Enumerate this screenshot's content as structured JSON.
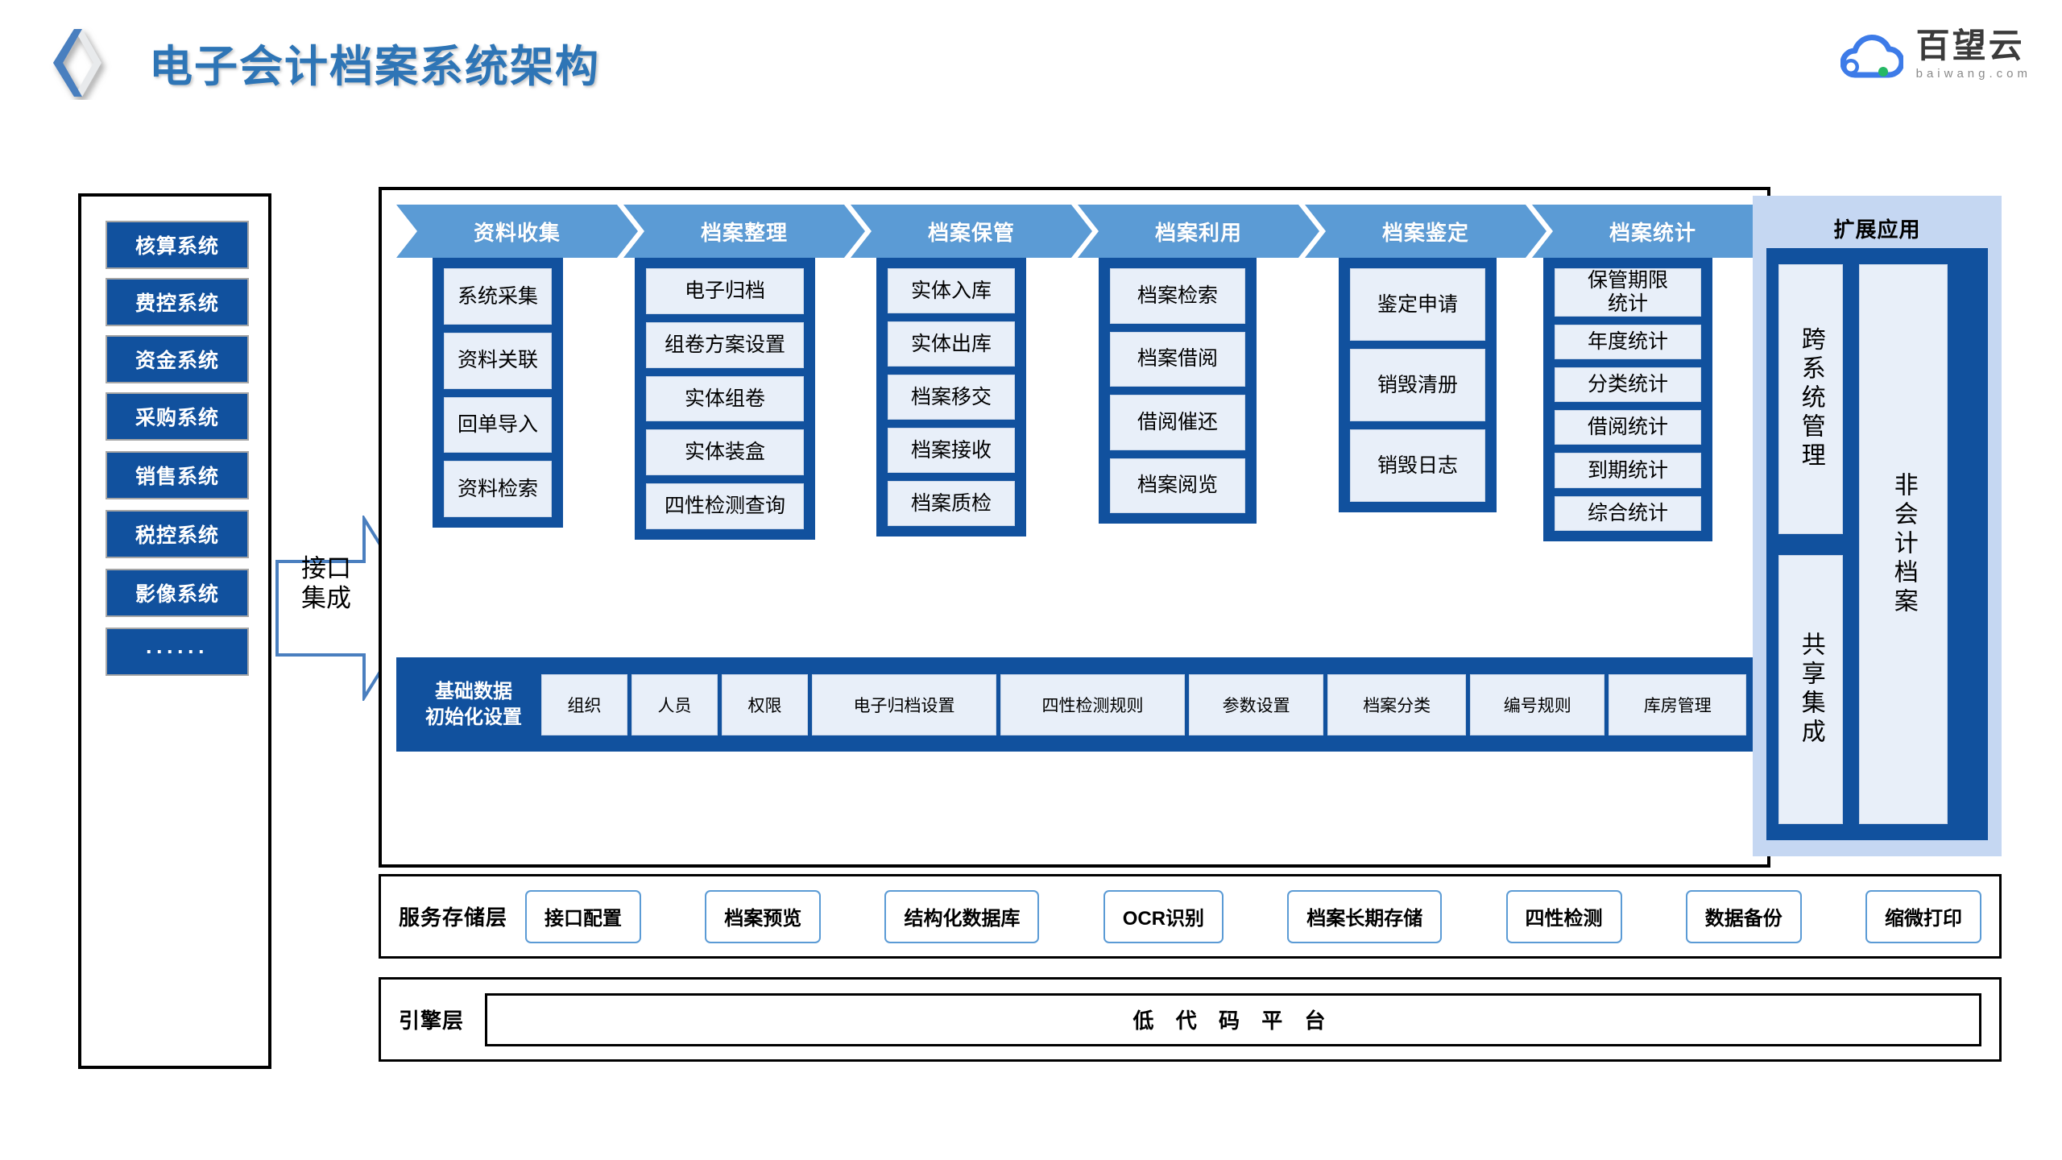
{
  "header": {
    "title": "电子会计档案系统架构",
    "logo_icon": "diamond-logo",
    "brand": {
      "name": "百望云",
      "domain": "baiwang.com",
      "icon": "cloud-icon"
    }
  },
  "systems_panel": {
    "items": [
      {
        "label": "核算系统"
      },
      {
        "label": "费控系统"
      },
      {
        "label": "资金系统"
      },
      {
        "label": "采购系统"
      },
      {
        "label": "销售系统"
      },
      {
        "label": "税控系统"
      },
      {
        "label": "影像系统"
      },
      {
        "label": "······"
      }
    ]
  },
  "interface_arrow": {
    "label": "接口\n集成"
  },
  "phases": [
    {
      "title": "资料收集",
      "items": [
        "系统采集",
        "资料关联",
        "回单导入",
        "资料检索"
      ]
    },
    {
      "title": "档案整理",
      "items": [
        "电子归档",
        "组卷方案设置",
        "实体组卷",
        "实体装盒",
        "四性检测查询"
      ]
    },
    {
      "title": "档案保管",
      "items": [
        "实体入库",
        "实体出库",
        "档案移交",
        "档案接收",
        "档案质检"
      ]
    },
    {
      "title": "档案利用",
      "items": [
        "档案检索",
        "档案借阅",
        "借阅催还",
        "档案阅览"
      ]
    },
    {
      "title": "档案鉴定",
      "items": [
        "鉴定申请",
        "销毁清册",
        "销毁日志"
      ]
    },
    {
      "title": "档案统计",
      "items": [
        "保管期限\n统计",
        "年度统计",
        "分类统计",
        "借阅统计",
        "到期统计",
        "综合统计"
      ]
    }
  ],
  "base_data": {
    "label": "基础数据\n初始化设置",
    "items": [
      "组织",
      "人员",
      "权限",
      "电子归档设置",
      "四性检测规则",
      "参数设置",
      "档案分类",
      "编号规则",
      "库房管理"
    ]
  },
  "extension": {
    "title": "扩展应用",
    "left_items": [
      "跨系统管理",
      "共享集成"
    ],
    "right_item": "非会计档案"
  },
  "service_layer": {
    "label": "服务存储层",
    "items": [
      "接口配置",
      "档案预览",
      "结构化数据库",
      "OCR识别",
      "档案长期存储",
      "四性检测",
      "数据备份",
      "缩微打印"
    ]
  },
  "engine_layer": {
    "label": "引擎层",
    "platform": "低 代 码 平 台"
  },
  "colors": {
    "title_blue": "#2E75B6",
    "banner_blue": "#5B9BD5",
    "dark_blue": "#11519E",
    "light_box": "#E8EFF9",
    "ext_bg": "#C5D7F2"
  }
}
